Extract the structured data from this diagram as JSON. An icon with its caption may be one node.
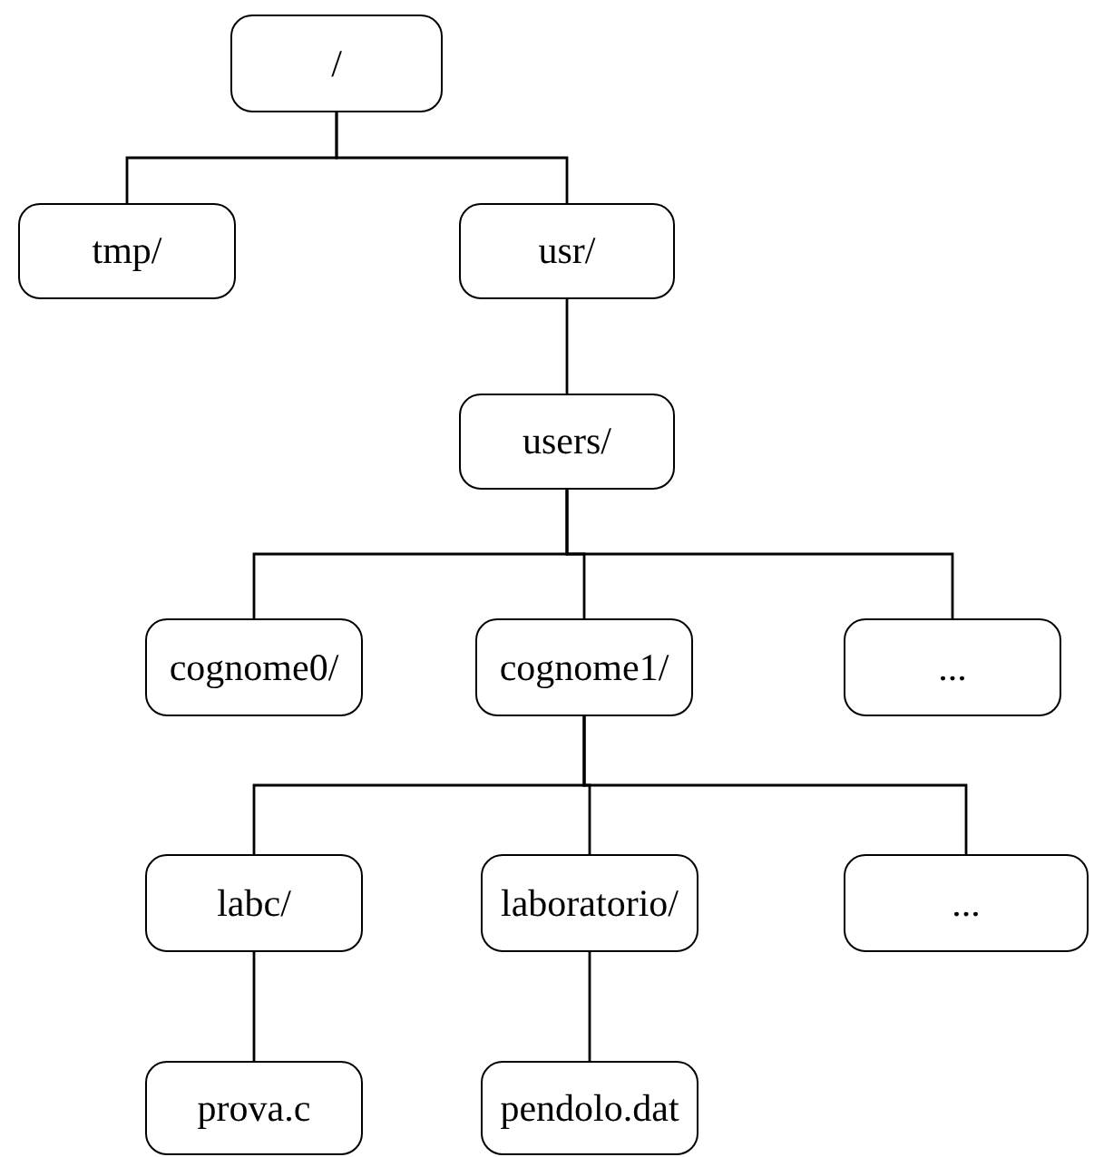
{
  "diagram": {
    "nodes": [
      {
        "text": [
          "/"
        ]
      },
      {
        "text": [
          "tmp/"
        ]
      },
      {
        "text": [
          "usr/"
        ]
      },
      {
        "text": [
          "users/"
        ]
      },
      {
        "text": [
          "cognome0/"
        ]
      },
      {
        "text": [
          "cognome1/"
        ]
      },
      {
        "text": [
          "..."
        ]
      },
      {
        "text": [
          "labc/"
        ]
      },
      {
        "text": [
          "laboratorio/"
        ]
      },
      {
        "text": [
          "..."
        ]
      },
      {
        "text": [
          "prova.c"
        ]
      },
      {
        "text": [
          "pendolo.dat"
        ]
      }
    ],
    "edges": [
      {
        "from": 0,
        "to": 1,
        "arrow": "none"
      },
      {
        "from": 0,
        "to": 2,
        "arrow": "none"
      },
      {
        "from": 2,
        "to": 3,
        "arrow": "none"
      },
      {
        "from": 3,
        "to": 4,
        "arrow": "none"
      },
      {
        "from": 3,
        "to": 5,
        "arrow": "none"
      },
      {
        "from": 3,
        "to": 6,
        "arrow": "none"
      },
      {
        "from": 5,
        "to": 7,
        "arrow": "none"
      },
      {
        "from": 5,
        "to": 8,
        "arrow": "none"
      },
      {
        "from": 5,
        "to": 9,
        "arrow": "none"
      },
      {
        "from": 7,
        "to": 10,
        "arrow": "none"
      },
      {
        "from": 8,
        "to": 11,
        "arrow": "none"
      }
    ]
  }
}
